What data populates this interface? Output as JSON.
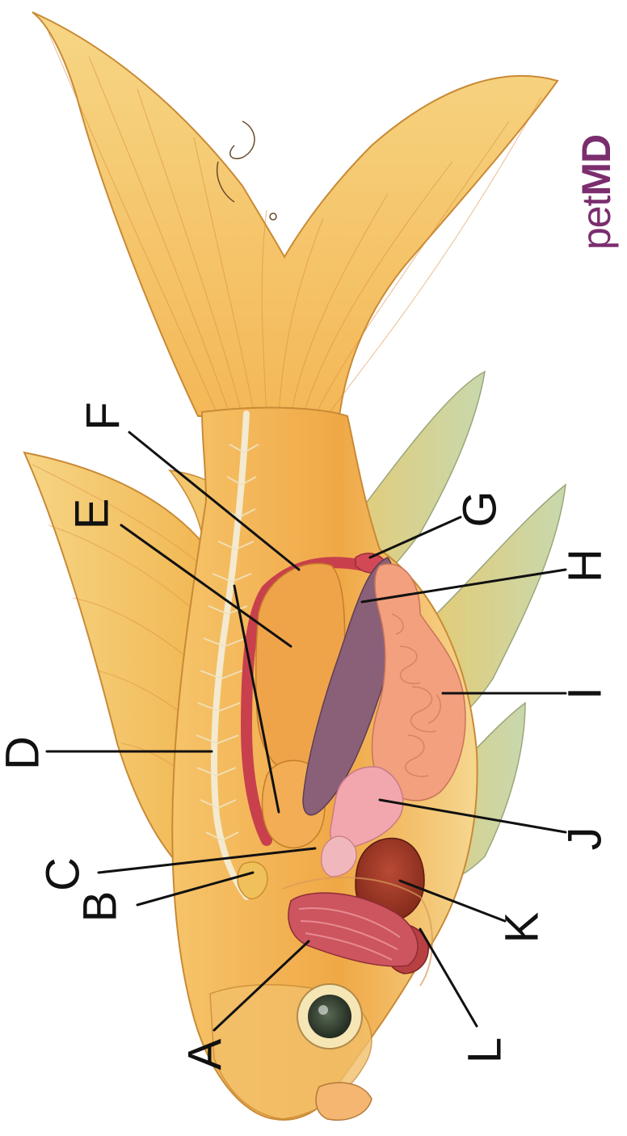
{
  "brand": {
    "part1": "pet",
    "part2": "MD",
    "color": "#7b2d6e"
  },
  "labels": {
    "a": "A",
    "b": "B",
    "c": "C",
    "d": "D",
    "e": "E",
    "f": "F",
    "g": "G",
    "h": "H",
    "i": "I",
    "j": "J",
    "k": "K",
    "l": "L"
  },
  "colors": {
    "body": "#f3b358",
    "fin": "#f1c566",
    "pelvic_fin": "#cfd9a8",
    "gills": "#c84a55",
    "swim_bladder": "#efa54a",
    "liver": "#8a6079",
    "kidney_vessel": "#c8404c",
    "intestine": "#f2a07e",
    "stomach": "#f2a7ae",
    "heart": "#9c3522",
    "spine": "#f2e9cc",
    "eye": "#2f3a2e"
  },
  "icons": [
    "fish-anatomy-illustration",
    "artist-signature-icon"
  ]
}
